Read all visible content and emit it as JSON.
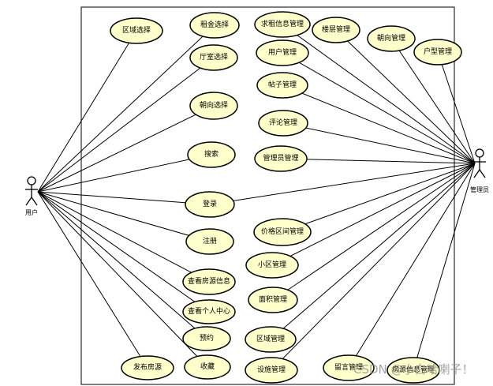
{
  "actors": {
    "user": {
      "label": "用户"
    },
    "admin": {
      "label": "管理员"
    }
  },
  "use_cases": [
    {
      "id": "region-select",
      "label": "区域选择",
      "actors": [
        "user"
      ]
    },
    {
      "id": "rent-select",
      "label": "租金选择",
      "actors": [
        "user"
      ]
    },
    {
      "id": "layout-select",
      "label": "厅室选择",
      "actors": [
        "user"
      ]
    },
    {
      "id": "orient-select",
      "label": "朝向选择",
      "actors": [
        "user"
      ]
    },
    {
      "id": "search",
      "label": "搜索",
      "actors": [
        "user"
      ]
    },
    {
      "id": "login",
      "label": "登录",
      "actors": [
        "user",
        "admin"
      ]
    },
    {
      "id": "register",
      "label": "注册",
      "actors": [
        "user"
      ]
    },
    {
      "id": "view-house",
      "label": "查看房源信息",
      "actors": [
        "user"
      ]
    },
    {
      "id": "view-personal",
      "label": "查看个人中心",
      "actors": [
        "user"
      ]
    },
    {
      "id": "reserve",
      "label": "预约",
      "actors": [
        "user"
      ]
    },
    {
      "id": "publish-house",
      "label": "发布房源",
      "actors": [
        "user"
      ]
    },
    {
      "id": "favorite",
      "label": "收藏",
      "actors": [
        "user"
      ]
    },
    {
      "id": "rent-request-mgmt",
      "label": "求租信息管理",
      "actors": [
        "admin"
      ]
    },
    {
      "id": "user-mgmt",
      "label": "用户管理",
      "actors": [
        "admin"
      ]
    },
    {
      "id": "post-mgmt",
      "label": "帖子管理",
      "actors": [
        "admin"
      ]
    },
    {
      "id": "comment-mgmt",
      "label": "评论管理",
      "actors": [
        "admin"
      ]
    },
    {
      "id": "admin-mgmt",
      "label": "管理员管理",
      "actors": [
        "admin"
      ]
    },
    {
      "id": "floor-mgmt",
      "label": "楼层管理",
      "actors": [
        "admin"
      ]
    },
    {
      "id": "orient-mgmt",
      "label": "朝向管理",
      "actors": [
        "admin"
      ]
    },
    {
      "id": "type-mgmt",
      "label": "户型管理",
      "actors": [
        "admin"
      ]
    },
    {
      "id": "price-range-mgmt",
      "label": "价格区间管理",
      "actors": [
        "admin"
      ]
    },
    {
      "id": "community-mgmt",
      "label": "小区管理",
      "actors": [
        "admin"
      ]
    },
    {
      "id": "area-mgmt",
      "label": "面积管理",
      "actors": [
        "admin"
      ]
    },
    {
      "id": "district-mgmt",
      "label": "区域管理",
      "actors": [
        "admin"
      ]
    },
    {
      "id": "facility-mgmt",
      "label": "设施管理",
      "actors": [
        "admin"
      ]
    },
    {
      "id": "message-mgmt",
      "label": "留言管理",
      "actors": [
        "admin"
      ]
    },
    {
      "id": "house-info-mgmt",
      "label": "房源信息管理",
      "actors": [
        "admin"
      ]
    }
  ],
  "watermark": "CSDN @小白哈喇子！"
}
